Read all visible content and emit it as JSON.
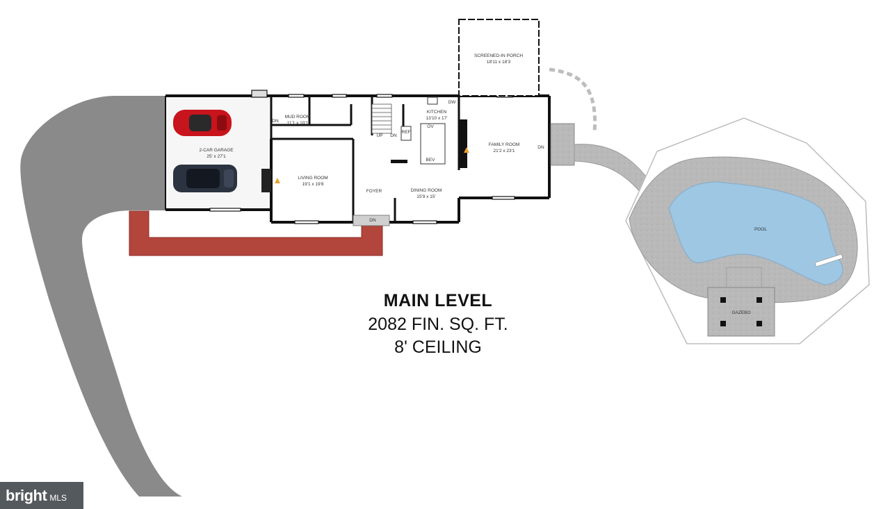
{
  "rooms": {
    "garage": {
      "name": "2-CAR GARAGE",
      "size": "25' x 27'1"
    },
    "mud_room": {
      "name": "MUD ROOM",
      "size": "11'1 x 10'1"
    },
    "kitchen": {
      "name": "KITCHEN",
      "size": "13'10 x 17'"
    },
    "family_room": {
      "name": "FAMILY ROOM",
      "size": "21'2 x 23'1"
    },
    "living_room": {
      "name": "LIVING ROOM",
      "size": "19'1 x 19'8"
    },
    "dining_room": {
      "name": "DINING ROOM",
      "size": "15'9 x 15'"
    },
    "screened_porch": {
      "name": "SCREENED-IN PORCH",
      "size": "18'11 x 18'3"
    },
    "foyer": "FOYER",
    "pool": "POOL",
    "gazebo": "GAZEBO"
  },
  "markers": {
    "down": "DN",
    "up": "UP",
    "dishwasher": "DW",
    "oven": "OV",
    "refrigerator": "REF",
    "beverage": "BEV"
  },
  "summary": {
    "level": "MAIN LEVEL",
    "area": "2082 FIN. SQ. FT.",
    "ceiling": "8' CEILING"
  },
  "branding": {
    "main": "bright",
    "sub": "MLS"
  },
  "colors": {
    "wall": "#111111",
    "driveway": "#8a8a8a",
    "brick_walk": "#b3463c",
    "pool_water": "#9ec7e4",
    "pool_deck": "#b7b7b7",
    "car_red": "#c8141c",
    "car_dark": "#2c3340"
  }
}
